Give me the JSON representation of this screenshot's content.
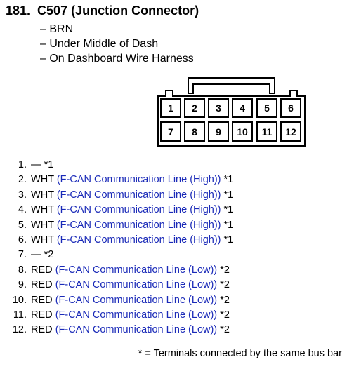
{
  "header": {
    "number": "181.",
    "title": "C507 (Junction Connector)"
  },
  "info": [
    "– BRN",
    "– Under Middle of Dash",
    "– On Dashboard Wire Harness"
  ],
  "connector": {
    "pins_top": [
      "1",
      "2",
      "3",
      "4",
      "5",
      "6"
    ],
    "pins_bottom": [
      "7",
      "8",
      "9",
      "10",
      "11",
      "12"
    ]
  },
  "terminals": [
    {
      "no": "1.",
      "color": "—",
      "desc": "",
      "note": "*1"
    },
    {
      "no": "2.",
      "color": "WHT",
      "desc": "(F-CAN Communication Line (High))",
      "note": "*1"
    },
    {
      "no": "3.",
      "color": "WHT",
      "desc": "(F-CAN Communication Line (High))",
      "note": "*1"
    },
    {
      "no": "4.",
      "color": "WHT",
      "desc": "(F-CAN Communication Line (High))",
      "note": "*1"
    },
    {
      "no": "5.",
      "color": "WHT",
      "desc": "(F-CAN Communication Line (High))",
      "note": "*1"
    },
    {
      "no": "6.",
      "color": "WHT",
      "desc": "(F-CAN Communication Line (High))",
      "note": "*1"
    },
    {
      "no": "7.",
      "color": "—",
      "desc": "",
      "note": "*2"
    },
    {
      "no": "8.",
      "color": "RED",
      "desc": "(F-CAN Communication Line (Low))",
      "note": "*2"
    },
    {
      "no": "9.",
      "color": "RED",
      "desc": "(F-CAN Communication Line (Low))",
      "note": "*2"
    },
    {
      "no": "10.",
      "color": "RED",
      "desc": "(F-CAN Communication Line (Low))",
      "note": "*2"
    },
    {
      "no": "11.",
      "color": "RED",
      "desc": "(F-CAN Communication Line (Low))",
      "note": "*2"
    },
    {
      "no": "12.",
      "color": "RED",
      "desc": "(F-CAN Communication Line (Low))",
      "note": "*2"
    }
  ],
  "footnote": "* = Terminals connected by the same bus bar",
  "colors": {
    "text": "#000000",
    "description": "#1a2ab8"
  }
}
